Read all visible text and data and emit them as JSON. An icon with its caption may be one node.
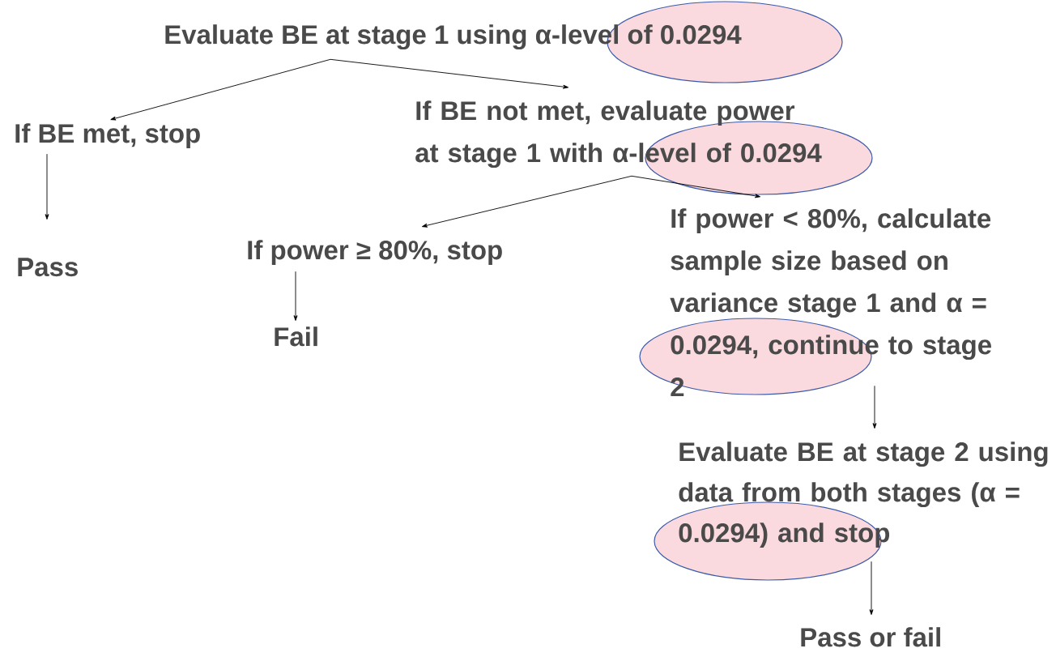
{
  "diagram": {
    "nodes": [
      {
        "text": [
          "Evaluate BE at stage 1 using α-level of 0.0294"
        ]
      },
      {
        "text": [
          "If BE met, stop"
        ]
      },
      {
        "text": [
          "If BE not met, evaluate power at stage 1 with α-level of 0.0294"
        ]
      },
      {
        "text": [
          "Pass"
        ]
      },
      {
        "text": [
          "If power ≥ 80%, stop"
        ]
      },
      {
        "text": [
          "Fail"
        ]
      },
      {
        "text": [
          "If power < 80%, calculate sample size based on variance stage 1 and α = 0.0294, continue to stage 2"
        ]
      },
      {
        "text": [
          "Evaluate BE at stage 2 using data from both stages (α = 0.0294) and stop"
        ]
      },
      {
        "text": [
          "Pass or fail"
        ]
      }
    ],
    "edges": [
      {
        "from": 0,
        "to": 1,
        "arrow": "to"
      },
      {
        "from": 0,
        "to": 2,
        "arrow": "to"
      },
      {
        "from": 1,
        "to": 3,
        "arrow": "to"
      },
      {
        "from": 2,
        "to": 4,
        "arrow": "to"
      },
      {
        "from": 2,
        "to": 6,
        "arrow": "to"
      },
      {
        "from": 4,
        "to": 5,
        "arrow": "to"
      },
      {
        "from": 6,
        "to": 7,
        "arrow": "to"
      },
      {
        "from": 7,
        "to": 8,
        "arrow": "to"
      }
    ]
  }
}
